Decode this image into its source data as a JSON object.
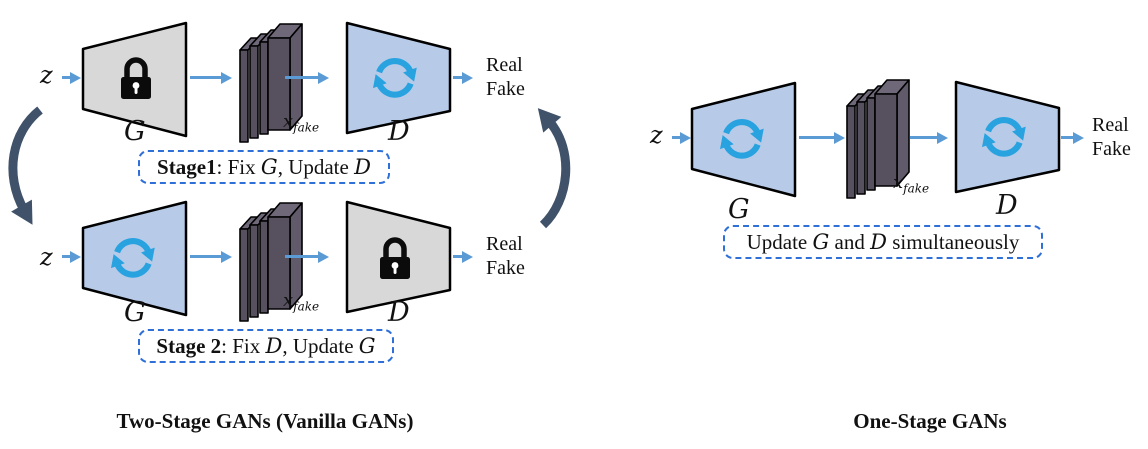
{
  "colors": {
    "flow_arrow": "#5b9bd5",
    "cycle_icon": "#29a2e0",
    "active_trapezoid_blue": "#b7cbe8",
    "frozen_trapezoid_gray": "#d8d8d8",
    "feature_stack_dark": "#57515f",
    "dashed_box_blue": "#2e6fd8",
    "loop_arrow_dark": "#3f5269",
    "lock_black": "#0b0b0b"
  },
  "icons": {
    "lock": "padlock (network frozen)",
    "cycle": "circular-update-arrows (network being updated)",
    "flow": "right-arrow",
    "loop_left": "curved-arrow-down",
    "loop_right": "curved-arrow-up",
    "feature_stack": "stacked-feature-maps"
  },
  "two_stage": {
    "caption": "Two-Stage GANs (Vanilla GANs)",
    "stage1": {
      "input": "z",
      "generator": "G",
      "fake_base": "x",
      "fake_sub": "fake",
      "discriminator": "D",
      "out1": "Real",
      "out2": "Fake",
      "box": {
        "bold": "Stage1",
        "t1": ": Fix ",
        "n1": "G",
        "t2": ", Update ",
        "n2": "D"
      }
    },
    "stage2": {
      "input": "z",
      "generator": "G",
      "fake_base": "x",
      "fake_sub": "fake",
      "discriminator": "D",
      "out1": "Real",
      "out2": "Fake",
      "box": {
        "bold": "Stage 2",
        "t1": ": Fix ",
        "n1": "D",
        "t2": ", Update ",
        "n2": "G"
      }
    }
  },
  "one_stage": {
    "caption": "One-Stage GANs",
    "input": "z",
    "generator": "G",
    "fake_base": "x",
    "fake_sub": "fake",
    "discriminator": "D",
    "out1": "Real",
    "out2": "Fake",
    "box": {
      "t1": "Update ",
      "n1": "G",
      "t2": " and ",
      "n2": "D",
      "t3": " simultaneously"
    }
  }
}
